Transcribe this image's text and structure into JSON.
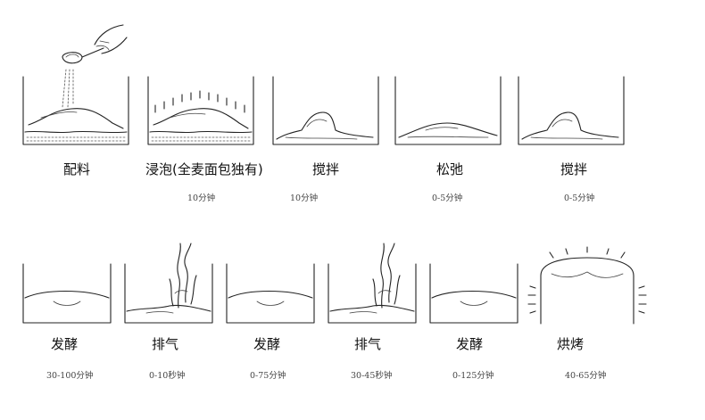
{
  "steps": [
    {
      "label": "配料",
      "duration": "",
      "icon": "ingredient-mixing-icon"
    },
    {
      "label": "浸泡(全麦面包独有)",
      "duration": "10分钟",
      "icon": "soaking-icon"
    },
    {
      "label": "搅拌",
      "duration": "10分钟",
      "icon": "stirring-icon"
    },
    {
      "label": "松弛",
      "duration": "0-5分钟",
      "icon": "resting-icon"
    },
    {
      "label": "搅拌",
      "duration": "0-5分钟",
      "icon": "stirring-icon"
    },
    {
      "label": "发酵",
      "duration": "30-100分钟",
      "icon": "fermenting-icon"
    },
    {
      "label": "排气",
      "duration": "0-10秒钟",
      "icon": "degassing-icon"
    },
    {
      "label": "发酵",
      "duration": "0-75分钟",
      "icon": "fermenting-icon"
    },
    {
      "label": "排气",
      "duration": "30-45秒钟",
      "icon": "degassing-icon"
    },
    {
      "label": "发酵",
      "duration": "0-125分钟",
      "icon": "fermenting-icon"
    },
    {
      "label": "烘烤",
      "duration": "40-65分钟",
      "icon": "baking-icon"
    }
  ]
}
